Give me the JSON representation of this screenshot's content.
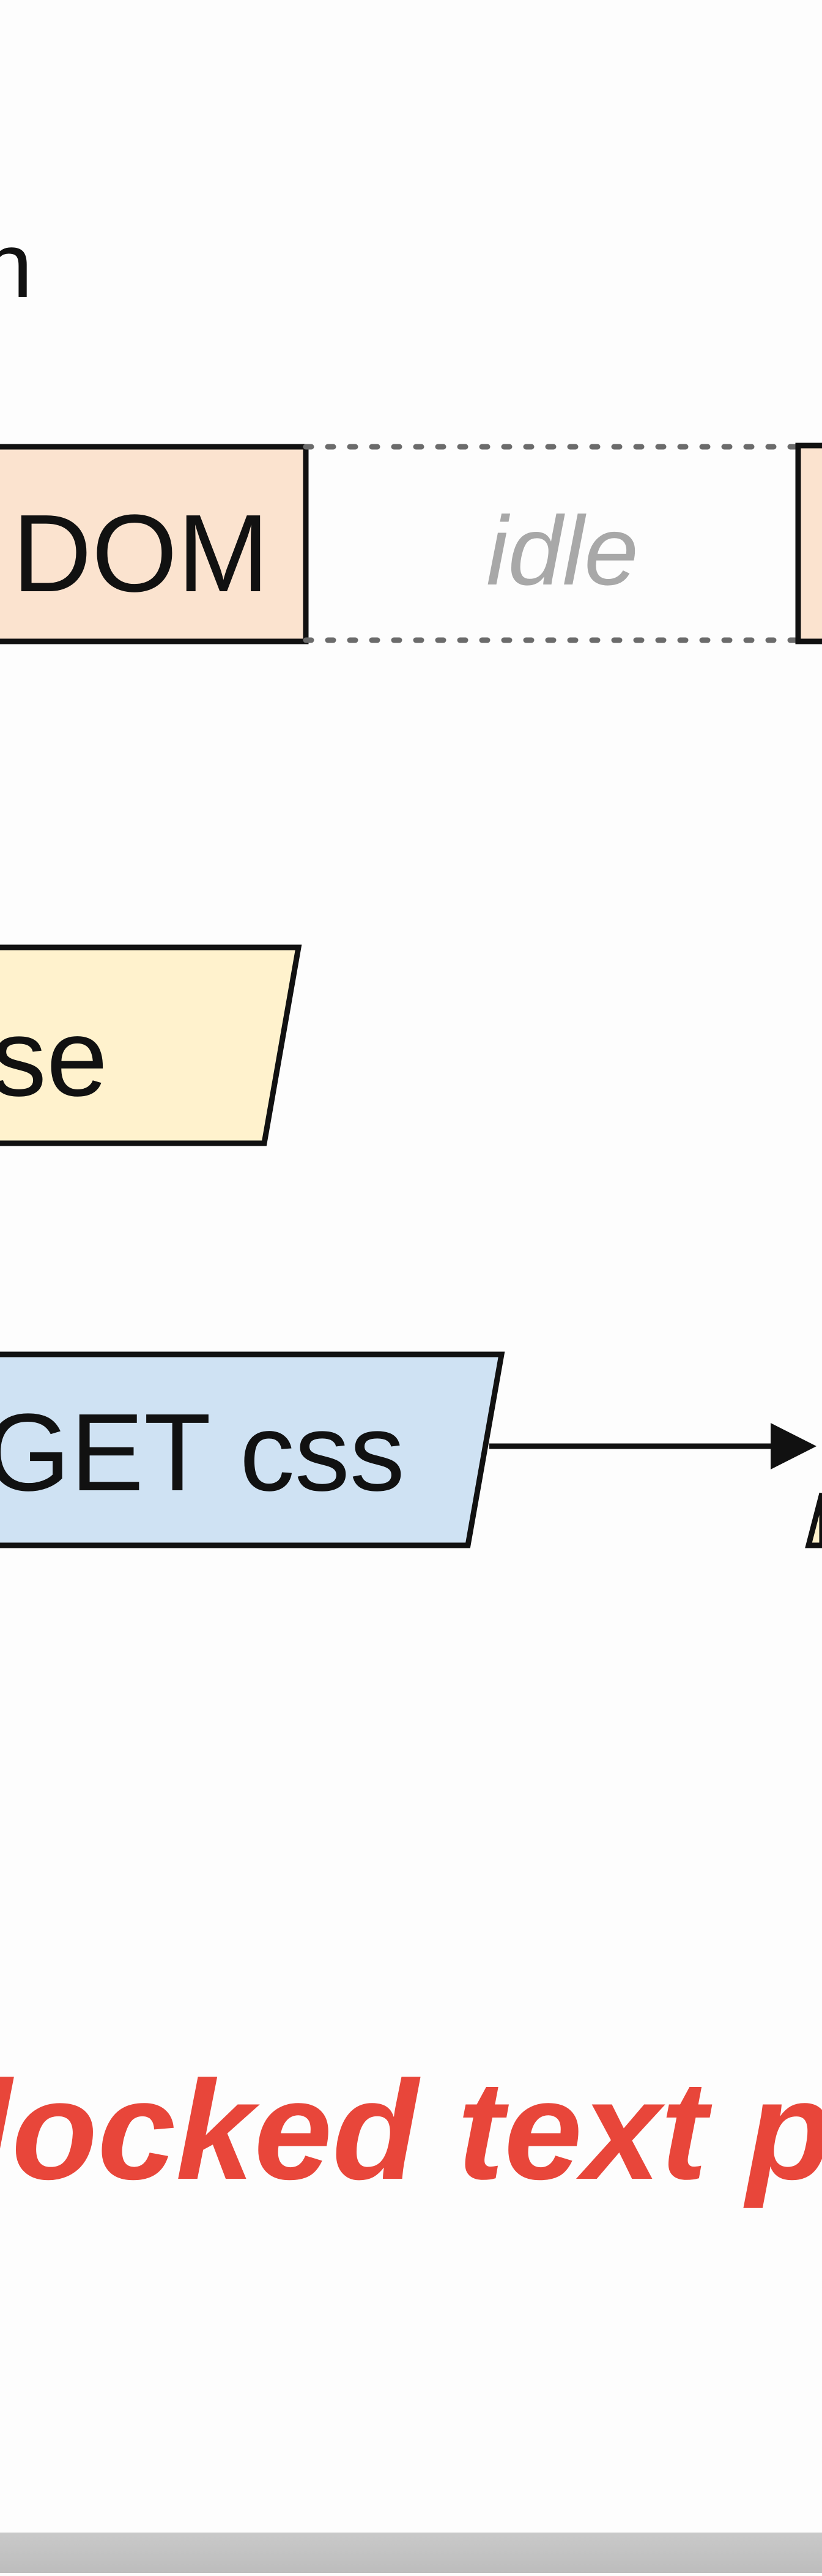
{
  "diagram": {
    "top_left_glyph": "n",
    "dom_label": "DOM",
    "idle_label": "idle",
    "parse_label": "se",
    "get_css_label": "GET css",
    "blocked_caption": "locked text painting",
    "colors": {
      "dom_fill": "#fbe3cf",
      "parse_fill": "#fff2cd",
      "css_fill": "#cfe2f3",
      "stroke": "#111111",
      "idle_text": "#a8a8a8",
      "caption": "#e8463a",
      "background": "#fdfdfd"
    }
  }
}
